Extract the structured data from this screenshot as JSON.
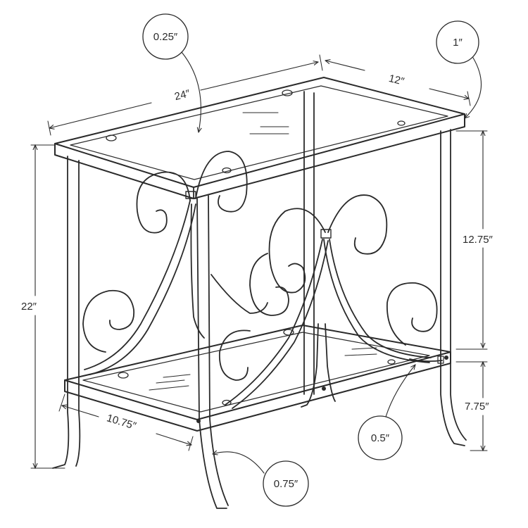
{
  "diagram": {
    "dimensions": {
      "width": "24″",
      "depth": "12″",
      "height": "22″",
      "upper_clearance": "12.75″",
      "lower_clearance": "7.75″",
      "leg_spread": "10.75″"
    },
    "callouts": {
      "glass_thickness": "0.25″",
      "frame_thickness": "1″",
      "scroll_thickness": "0.5″",
      "leg_thickness": "0.75″"
    }
  }
}
